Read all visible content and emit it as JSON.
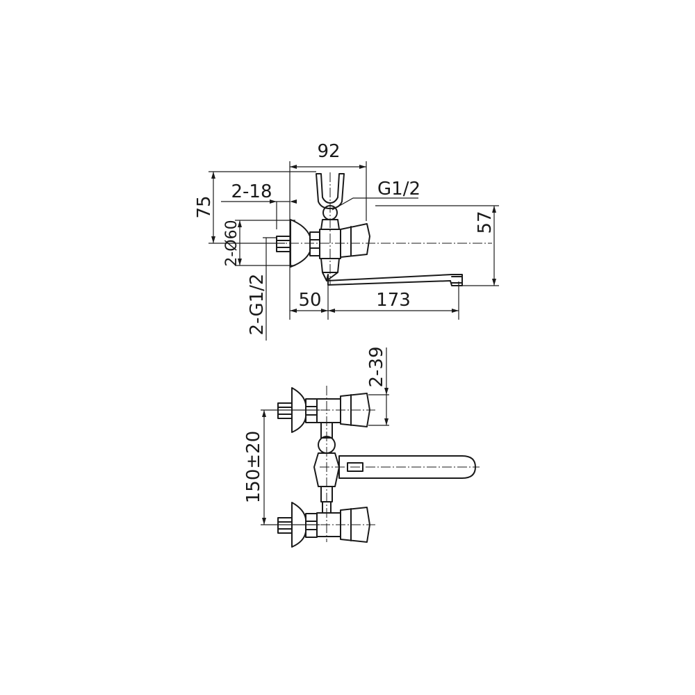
{
  "dimensions": {
    "width_92": "92",
    "thread_g12": "G1/2",
    "height_75": "75",
    "depth_2_18": "2-18",
    "flange_2_d60": "2-Ø60",
    "inlet_2_g12": "2-G1/2",
    "height_57": "57",
    "offset_50": "50",
    "spout_173": "173",
    "handle_2_39": "2-39",
    "spacing_150": "150±20"
  }
}
